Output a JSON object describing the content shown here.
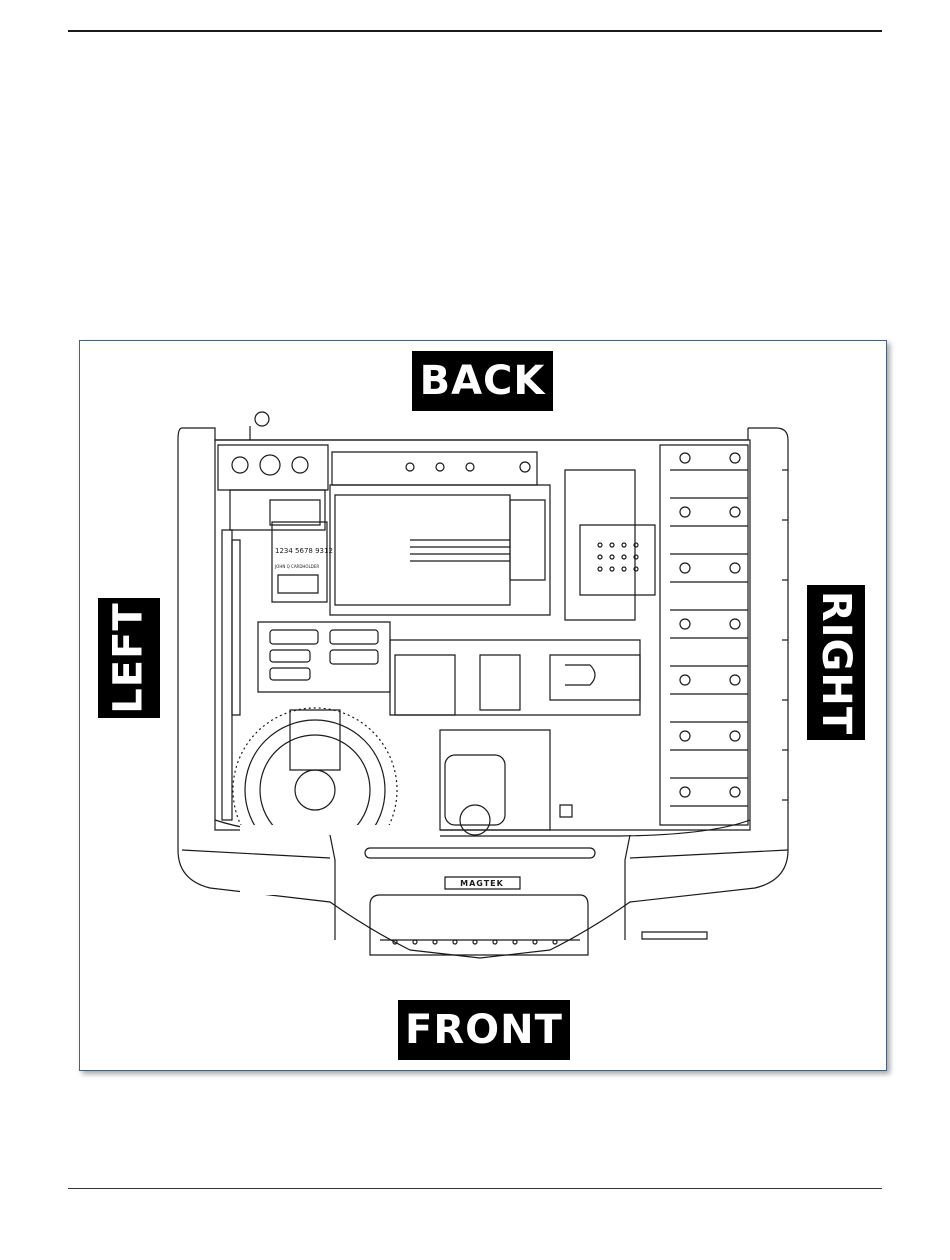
{
  "labels": {
    "back": "BACK",
    "front": "FRONT",
    "left": "LEFT",
    "right": "RIGHT"
  },
  "device": {
    "brand_logo": "MAGTEK",
    "card_number": "1234 5678 9312",
    "card_name": "JOHN Q CARDHOLDER"
  },
  "colors": {
    "label_background": "#000000",
    "label_text": "#ffffff",
    "line_art": "#1a1a1a",
    "frame_border": "#4a5f7a"
  }
}
